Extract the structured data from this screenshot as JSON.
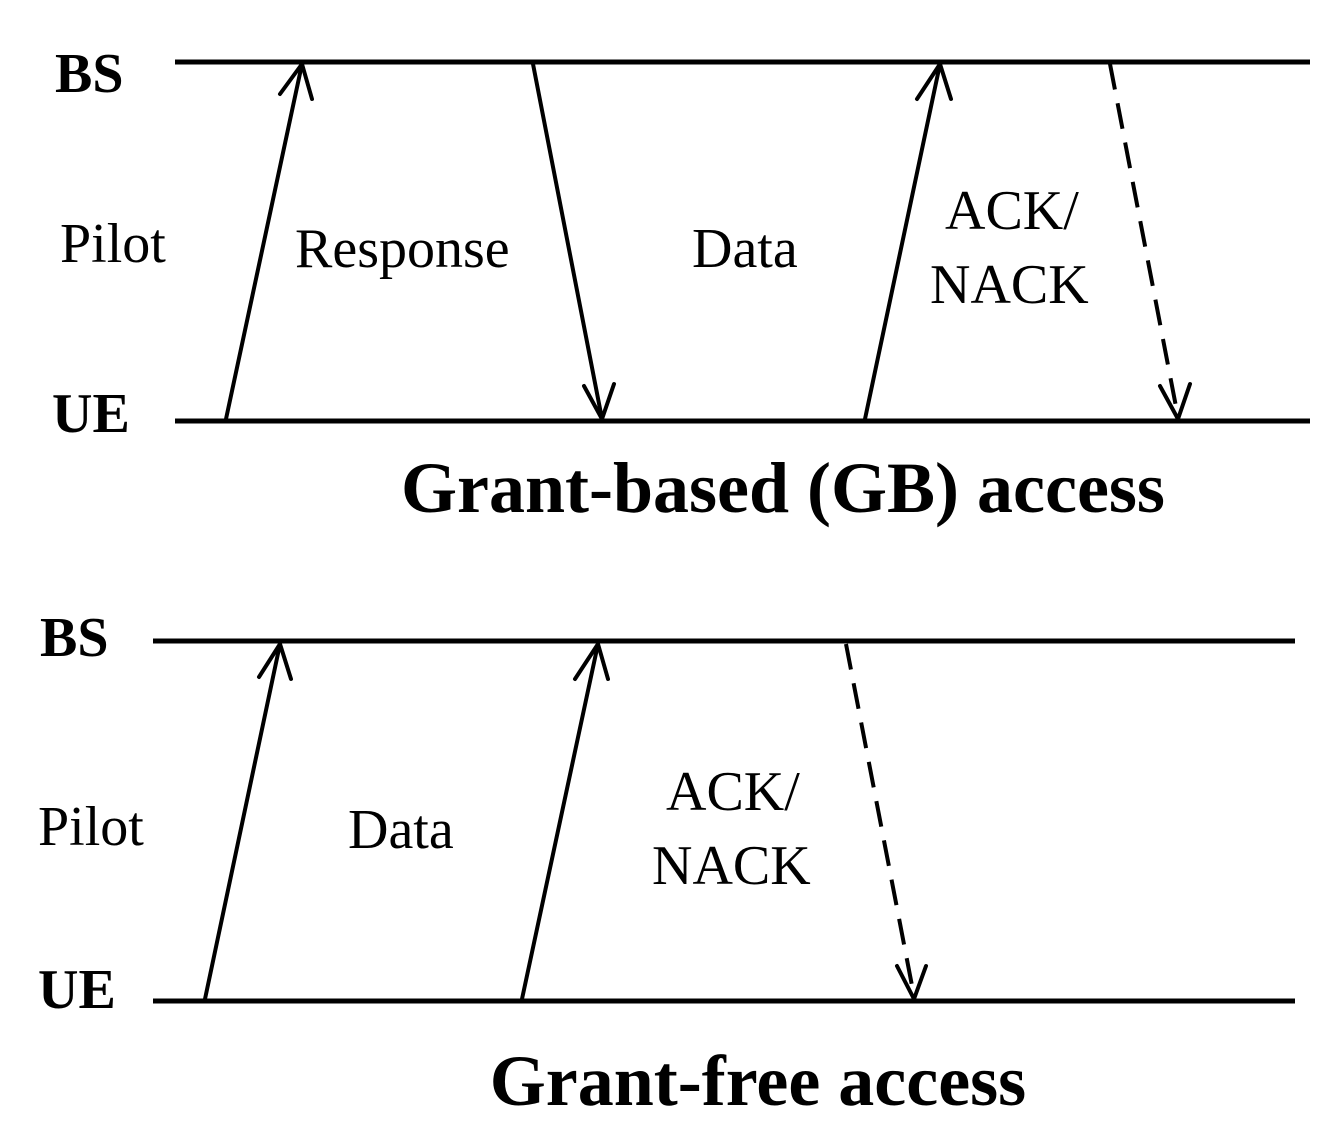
{
  "diagrams": [
    {
      "title": "Grant-based (GB) access",
      "top_node": "BS",
      "bottom_node": "UE",
      "messages": [
        {
          "label": "Pilot",
          "direction": "up",
          "style": "solid"
        },
        {
          "label": "Response",
          "direction": "down",
          "style": "solid"
        },
        {
          "label": "Data",
          "direction": "up",
          "style": "solid"
        },
        {
          "label_lines": [
            "ACK/",
            "NACK"
          ],
          "direction": "down",
          "style": "dashed"
        }
      ]
    },
    {
      "title": "Grant-free access",
      "top_node": "BS",
      "bottom_node": "UE",
      "messages": [
        {
          "label": "Pilot",
          "direction": "up",
          "style": "solid"
        },
        {
          "label": "Data",
          "direction": "up",
          "style": "solid"
        },
        {
          "label_lines": [
            "ACK/",
            "NACK"
          ],
          "direction": "down",
          "style": "dashed"
        }
      ]
    }
  ]
}
